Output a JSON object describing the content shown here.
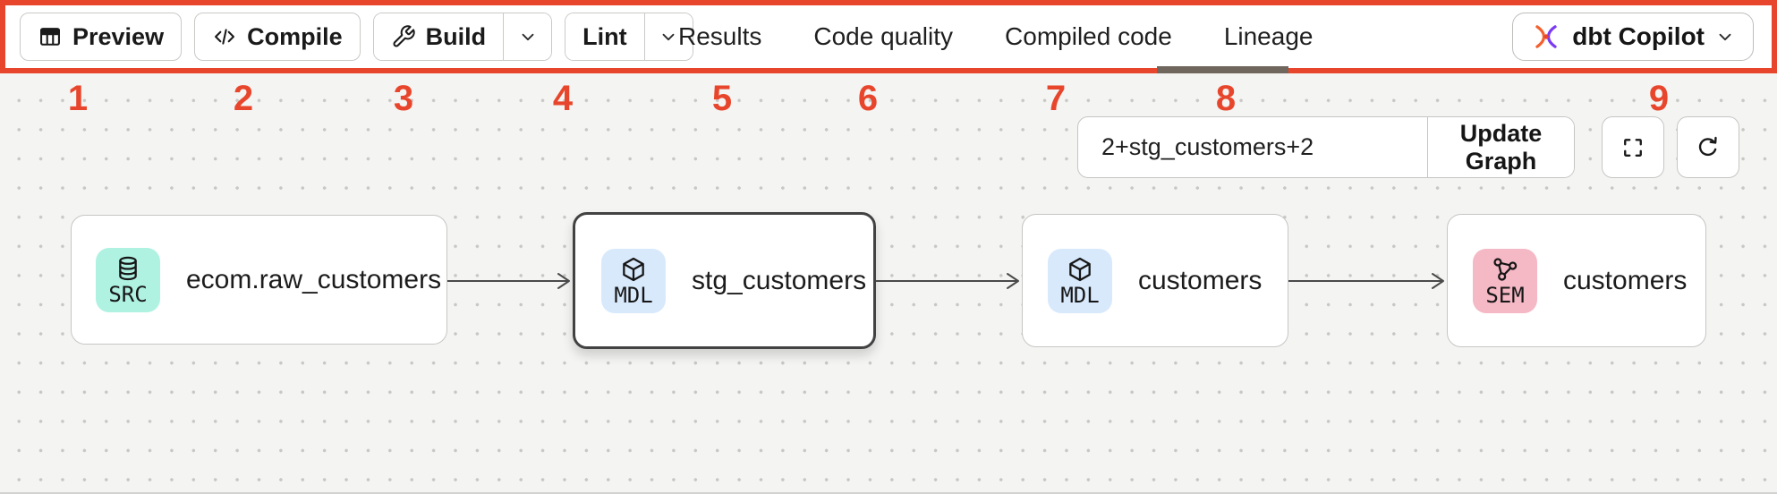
{
  "toolbar": {
    "buttons": {
      "preview": {
        "label": "Preview",
        "icon": "table-icon"
      },
      "compile": {
        "label": "Compile",
        "icon": "code-icon"
      },
      "build": {
        "label": "Build",
        "icon": "wrench-icon",
        "has_dropdown": true
      },
      "lint": {
        "label": "Lint",
        "has_dropdown": true
      }
    },
    "tabs": [
      {
        "label": "Results",
        "active": false
      },
      {
        "label": "Code quality",
        "active": false
      },
      {
        "label": "Compiled code",
        "active": false
      },
      {
        "label": "Lineage",
        "active": true
      }
    ],
    "copilot": {
      "label": "dbt Copilot",
      "icon": "dbt-logo-icon",
      "has_dropdown": true
    }
  },
  "annotations": {
    "labels": [
      "1",
      "2",
      "3",
      "4",
      "5",
      "6",
      "7",
      "8",
      "9"
    ],
    "color": "#e8462c"
  },
  "graph_controls": {
    "model_selector_value": "2+stg_customers+2",
    "update_button_label": "Update Graph",
    "fullscreen_icon": "fullscreen-icon",
    "refresh_icon": "refresh-icon"
  },
  "lineage": {
    "nodes": [
      {
        "badge": "SRC",
        "icon": "database-icon",
        "label": "ecom.raw_customers",
        "badge_color": "#b0f2e2",
        "selected": false
      },
      {
        "badge": "MDL",
        "icon": "cube-icon",
        "label": "stg_customers",
        "badge_color": "#d8e9fc",
        "selected": true
      },
      {
        "badge": "MDL",
        "icon": "cube-icon",
        "label": "customers",
        "badge_color": "#d8e9fc",
        "selected": false
      },
      {
        "badge": "SEM",
        "icon": "network-icon",
        "label": "customers",
        "badge_color": "#f5b8c5",
        "selected": false
      }
    ]
  },
  "colors": {
    "annotation_border": "#e8462c",
    "canvas_background": "#f4f4f2",
    "selected_node_border": "#424242",
    "active_tab_indicator": "#6f675e"
  }
}
